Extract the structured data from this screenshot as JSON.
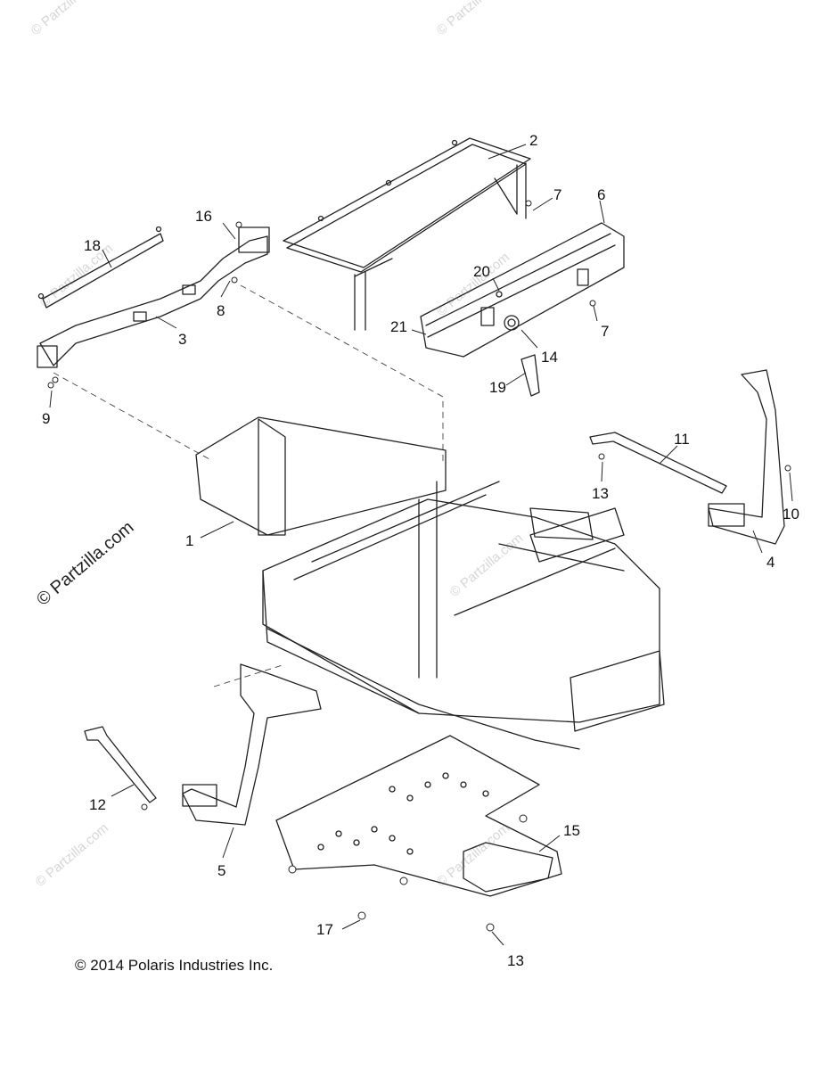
{
  "diagram": {
    "copyright": "© 2014 Polaris Industries Inc.",
    "watermark_main": "© Partzilla.com",
    "watermark_faint": "© Partzilla.com",
    "callouts": {
      "c1": "1",
      "c2": "2",
      "c3": "3",
      "c4": "4",
      "c5": "5",
      "c6": "6",
      "c7a": "7",
      "c7b": "7",
      "c8": "8",
      "c9": "9",
      "c10": "10",
      "c11": "11",
      "c12": "12",
      "c13a": "13",
      "c13b": "13",
      "c14": "14",
      "c15": "15",
      "c16": "16",
      "c17": "17",
      "c18": "18",
      "c19": "19",
      "c20": "20",
      "c21": "21"
    }
  }
}
